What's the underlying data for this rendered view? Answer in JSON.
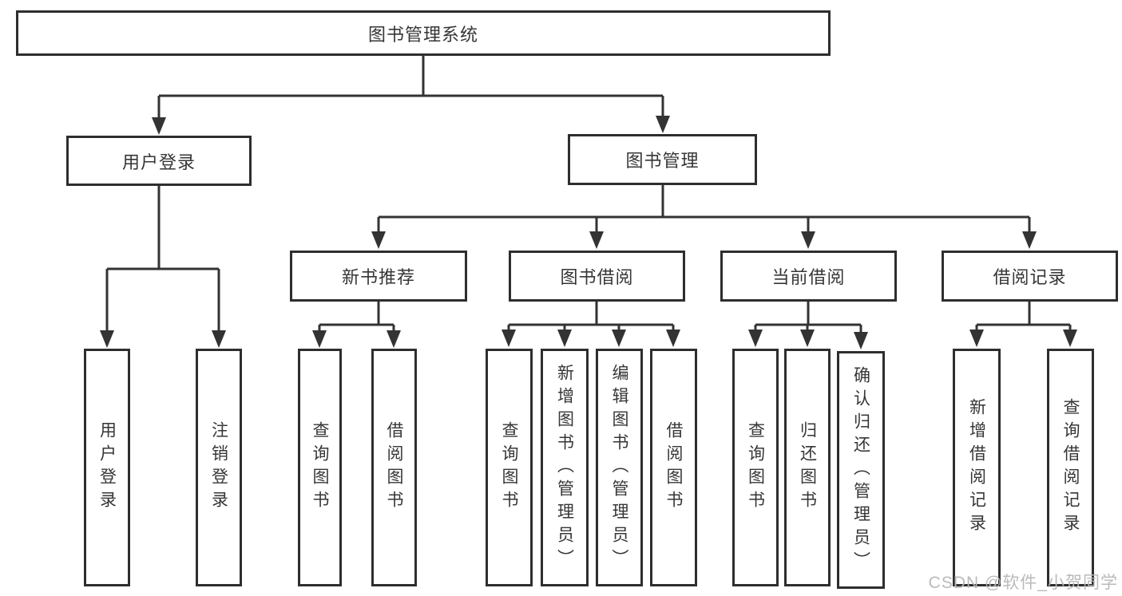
{
  "tree": {
    "root": {
      "label": "图书管理系统"
    },
    "branches": [
      {
        "label": "用户登录",
        "children": [
          {
            "label": "用户登录"
          },
          {
            "label": "注销登录"
          }
        ]
      },
      {
        "label": "图书管理",
        "children": [
          {
            "label": "新书推荐",
            "children": [
              {
                "label": "查询图书"
              },
              {
                "label": "借阅图书"
              }
            ]
          },
          {
            "label": "图书借阅",
            "children": [
              {
                "label": "查询图书"
              },
              {
                "label": "新增图书（管理员）"
              },
              {
                "label": "编辑图书（管理员）"
              },
              {
                "label": "借阅图书"
              }
            ]
          },
          {
            "label": "当前借阅",
            "children": [
              {
                "label": "查询图书"
              },
              {
                "label": "归还图书"
              },
              {
                "label": "确认归还（管理员）"
              }
            ]
          },
          {
            "label": "借阅记录",
            "children": [
              {
                "label": "新增借阅记录"
              },
              {
                "label": "查询借阅记录"
              }
            ]
          }
        ]
      }
    ]
  },
  "watermark": "CSDN @软件_小贺同学",
  "colors": {
    "line": "#333333",
    "box_border": "#2e2e2e",
    "text": "#363636",
    "watermark": "#b6b6b6",
    "background": "#ffffff"
  }
}
